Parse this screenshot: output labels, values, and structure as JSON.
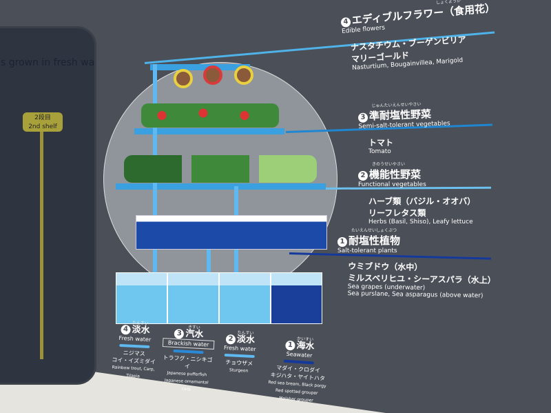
{
  "left_screen": {
    "caption": "s grown in fresh wate",
    "shelf_tag_jp": "2段目",
    "shelf_tag_en": "2nd shelf"
  },
  "categories": [
    {
      "num": "4",
      "title": "エディブルフラワー（食用花）",
      "ruby": "しょくようか",
      "en": "Edible flowers",
      "items_jp": [
        "ナスタチウム・ブーゲンビリア",
        "マリーゴールド"
      ],
      "items_en": [
        "Nasturtium, Bougainvillea, Marigold"
      ],
      "color": "#4fb3ea"
    },
    {
      "num": "3",
      "title": "準耐塩性野菜",
      "ruby": "じゅんたいえんせいやさい",
      "en": "Semi-salt-tolerant vegetables",
      "items_jp": [
        "トマト"
      ],
      "items_en": [
        "Tomato"
      ],
      "color": "#1f86d2"
    },
    {
      "num": "2",
      "title": "機能性野菜",
      "ruby": "きのうせいやさい",
      "en": "Functional vegetables",
      "items_jp": [
        "ハーブ類（バジル・オオバ）",
        "リーフレタス類"
      ],
      "items_en": [
        "Herbs (Basil, Shiso), Leafy lettuce"
      ],
      "color": "#6cc0ee"
    },
    {
      "num": "1",
      "title": "耐塩性植物",
      "ruby": "たいえんせいしょくぶつ",
      "en": "Salt-tolerant plants",
      "items_jp": [
        "ウミブドウ（水中）",
        "ミルスベリヒユ・シーアスパラ（水上）"
      ],
      "items_en": [
        "Sea grapes (underwater)",
        "Sea purslane, Sea asparagus (above water)"
      ],
      "color": "#15399a"
    }
  ],
  "tanks": [
    {
      "num": "4",
      "title": "淡水",
      "ruby": "たんすい",
      "en": "Fresh water",
      "jp": [
        "ニジマス",
        "コイ・イズミダイ"
      ],
      "fish_en": [
        "Rainbow trout, Carp, Tilapia"
      ],
      "color": "#5fb8ef"
    },
    {
      "num": "3",
      "title": "汽水",
      "ruby": "きすい",
      "en": "Brackish water",
      "jp": [
        "トラフグ・ニシキゴイ"
      ],
      "fish_en": [
        "Japanese pufferfish",
        "Japanese ornamental carp"
      ],
      "color": "#2a8ad8"
    },
    {
      "num": "2",
      "title": "淡水",
      "ruby": "たんすい",
      "en": "Fresh water",
      "jp": [
        "チョウザメ"
      ],
      "fish_en": [
        "Sturgeon"
      ],
      "color": "#5fb8ef"
    },
    {
      "num": "1",
      "title": "海水",
      "ruby": "かいすい",
      "en": "Seawater",
      "jp": [
        "マダイ・クロダイ",
        "キジハタ・ヤイトハタ"
      ],
      "fish_en": [
        "Red sea bream, Black porgy",
        "Red spotted grouper",
        "Malabar grouper"
      ],
      "color": "#15399a"
    }
  ]
}
